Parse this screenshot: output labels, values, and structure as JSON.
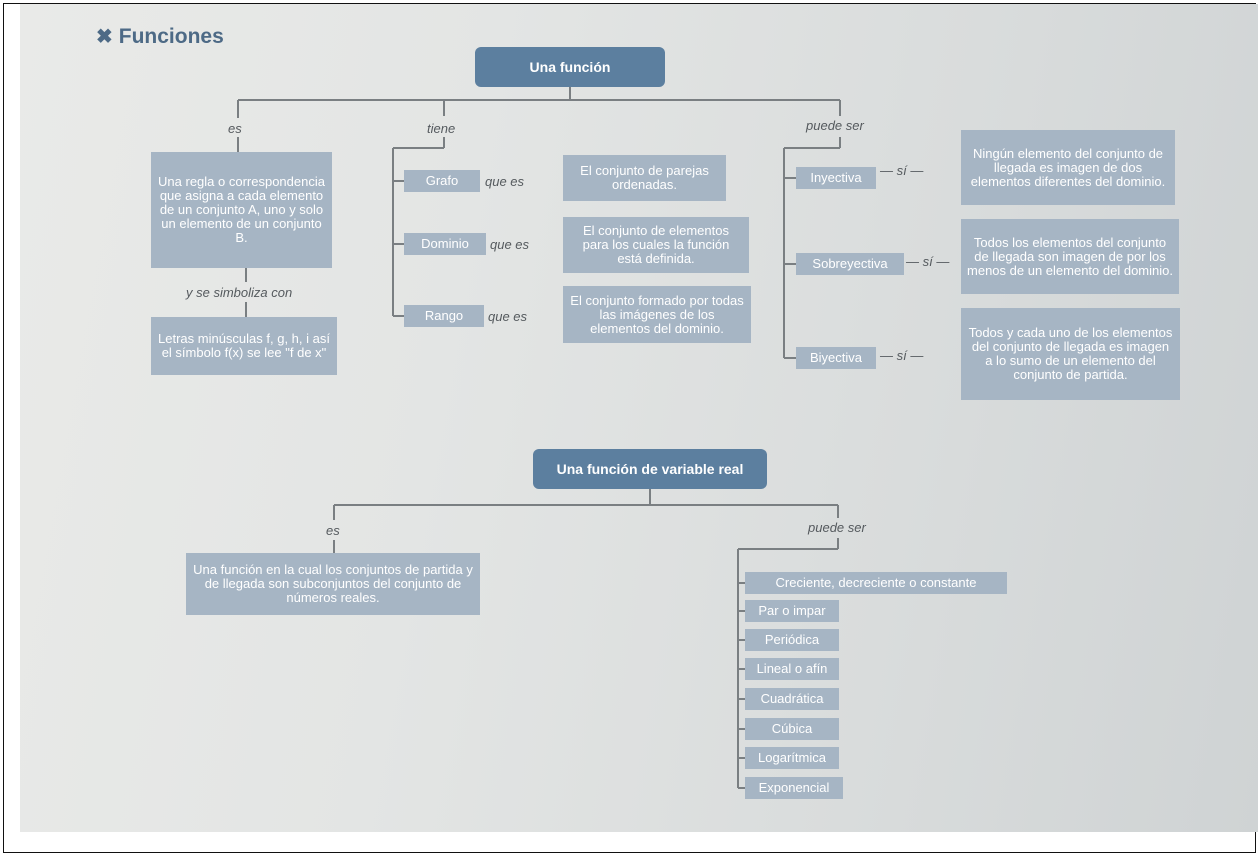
{
  "heading": {
    "icon": "cross-arrows-icon",
    "title": "Funciones"
  },
  "map1": {
    "root": "Una función",
    "branch_es": "es",
    "branch_tiene": "tiene",
    "branch_puede_ser": "puede ser",
    "definition": "Una regla o correspondencia que asigna a cada elemento de un conjunto A, uno y solo un elemento de un conjunto B.",
    "simbolize_label": "y se simboliza con",
    "notation": "Letras minúsculas f, g, h, i así el símbolo f(x) se lee \"f de x\"",
    "que_es": "que es",
    "si": "sí",
    "parts": [
      {
        "name": "Grafo",
        "desc": "El conjunto de parejas ordenadas."
      },
      {
        "name": "Dominio",
        "desc": "El conjunto de elementos para los cuales la función está definida."
      },
      {
        "name": "Rango",
        "desc": "El conjunto formado por todas las imágenes de los elementos del dominio."
      }
    ],
    "types": [
      {
        "name": "Inyectiva",
        "desc": "Ningún elemento del conjunto de llegada es imagen de dos elementos diferentes del dominio."
      },
      {
        "name": "Sobreyectiva",
        "desc": "Todos los elementos del conjunto de llegada son imagen de por los menos de un elemento del dominio."
      },
      {
        "name": "Biyectiva",
        "desc": "Todos y cada uno de los elementos del conjunto de llegada es imagen a lo sumo de un elemento del conjunto de partida."
      }
    ]
  },
  "map2": {
    "root": "Una función de variable real",
    "branch_es": "es",
    "branch_puede_ser": "puede ser",
    "definition": "Una función en la cual los conjuntos de partida y de llegada son subconjuntos del conjunto de números reales.",
    "kinds": [
      "Creciente, decreciente o constante",
      "Par o impar",
      "Periódica",
      "Lineal o afín",
      "Cuadrática",
      "Cúbica",
      "Logarítmica",
      "Exponencial"
    ]
  },
  "colors": {
    "box": "#a6b5c4",
    "title": "#5c7f9f",
    "line": "#7a7f82",
    "heading": "#4d6a86"
  }
}
